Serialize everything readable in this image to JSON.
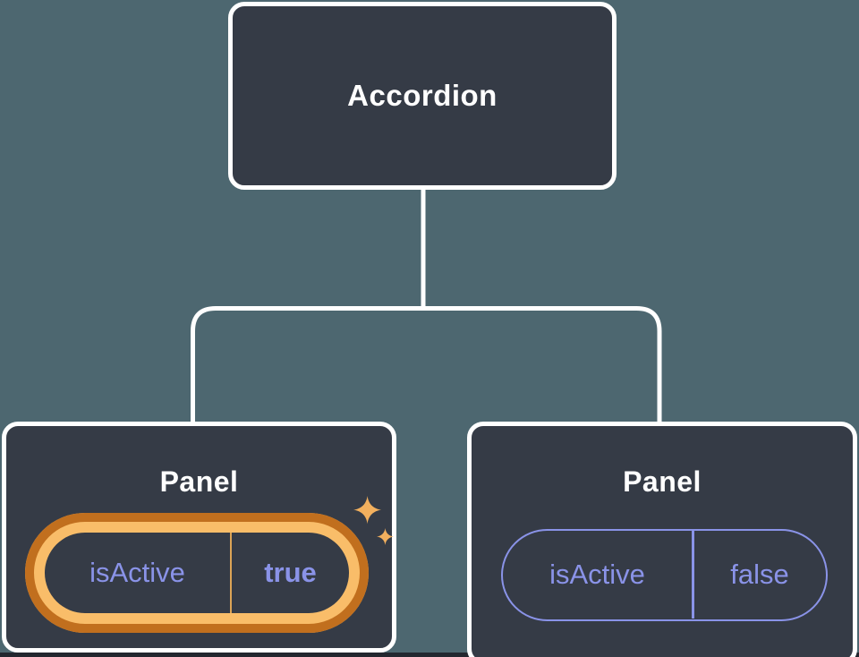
{
  "diagram": {
    "root_label": "Accordion",
    "panels": [
      {
        "title": "Panel",
        "prop": "isActive",
        "value": "true",
        "highlighted": true
      },
      {
        "title": "Panel",
        "prop": "isActive",
        "value": "false",
        "highlighted": false
      }
    ],
    "colors": {
      "canvas_background": "#4d6770",
      "node_fill": "#353b46",
      "node_border": "#ffffff",
      "state_text": "#8a93e8",
      "highlight_ring_outer": "#c16f1e",
      "highlight_ring_inner": "#f9bd69",
      "sparkle": "#f2b05e",
      "page_background": "#23272f"
    },
    "icons": {
      "sparkle": "sparkle-icon"
    }
  }
}
